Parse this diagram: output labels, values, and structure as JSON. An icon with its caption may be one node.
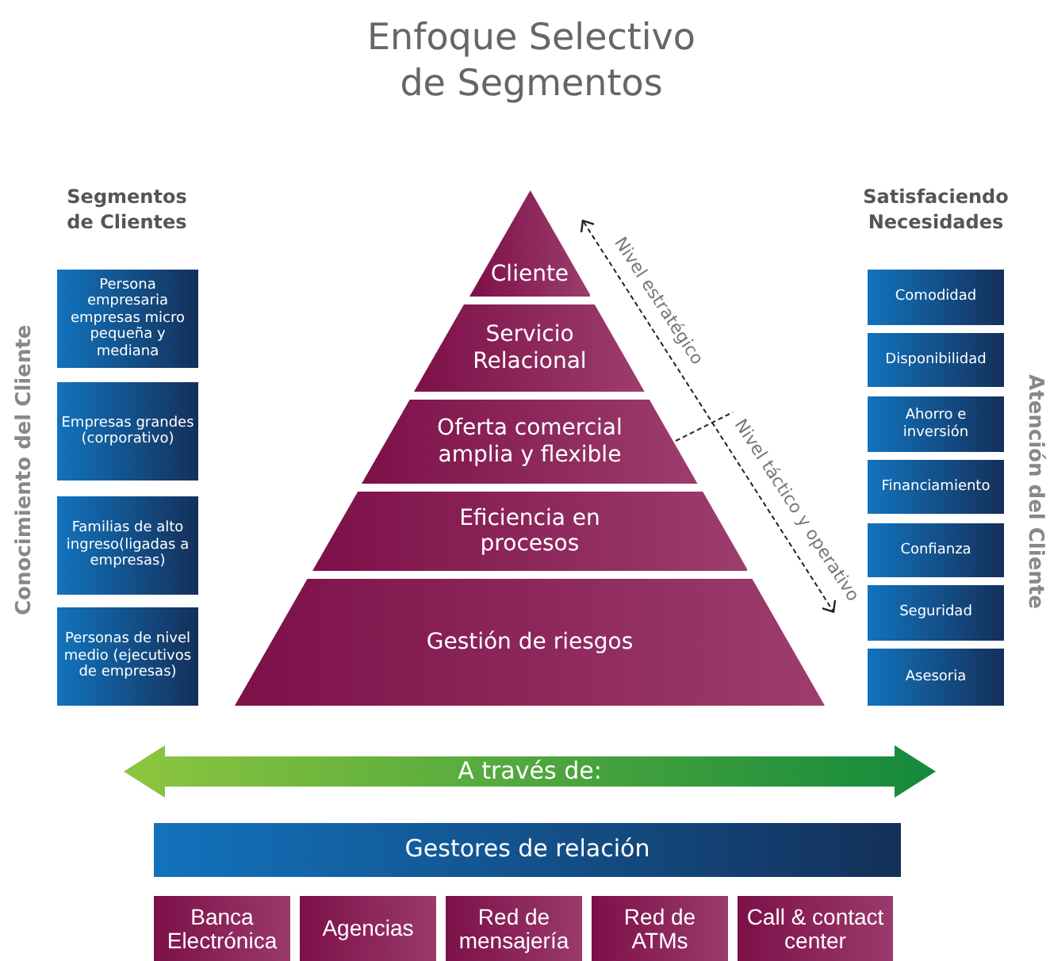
{
  "diagram": {
    "title": "Enfoque Selectivo de Segmentos",
    "nodes": [
      {
        "text": [
          "Persona empresaria empresas micro pequeña y mediana"
        ]
      },
      {
        "text": [
          "Empresas grandes (corporativo)"
        ]
      },
      {
        "text": [
          "Familias de alto ingreso(ligadas a empresas)"
        ]
      },
      {
        "text": [
          "Personas de nivel medio (ejecutivos de empresas)"
        ]
      },
      {
        "text": [
          "Cliente"
        ]
      },
      {
        "text": [
          "Servicio Relacional"
        ]
      },
      {
        "text": [
          "Oferta comercial amplia y flexible"
        ]
      },
      {
        "text": [
          "Eficiencia en procesos"
        ]
      },
      {
        "text": [
          "Gestión de riesgos"
        ]
      },
      {
        "text": [
          "Comodidad"
        ]
      },
      {
        "text": [
          "Disponibilidad"
        ]
      },
      {
        "text": [
          "Ahorro e inversión"
        ]
      },
      {
        "text": [
          "Financiamiento"
        ]
      },
      {
        "text": [
          "Confianza"
        ]
      },
      {
        "text": [
          "Seguridad"
        ]
      },
      {
        "text": [
          "Asesoria"
        ]
      },
      {
        "text": [
          "A través de:"
        ]
      },
      {
        "text": [
          "Gestores de relación"
        ]
      },
      {
        "text": [
          "Banca Electrónica"
        ]
      },
      {
        "text": [
          "Agencias"
        ]
      },
      {
        "text": [
          "Red de mensajería"
        ]
      },
      {
        "text": [
          "Red de ATMs"
        ]
      },
      {
        "text": [
          "Call & contact center"
        ]
      }
    ],
    "labels": [
      "Segmentos de Clientes",
      "Satisfaciendo Necesidades",
      "Conocimiento del Cliente",
      "Nivel estratégico",
      "Nivel táctico y operativo",
      "Atención del Cliente"
    ]
  }
}
